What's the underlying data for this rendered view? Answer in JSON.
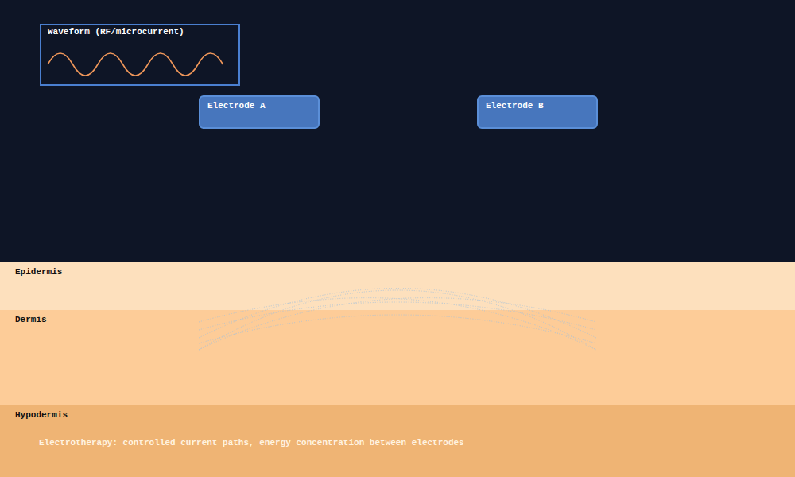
{
  "diagram": {
    "caption": "Electrotherapy: controlled current paths, energy concentration between electrodes",
    "nodes": [
      {
        "text": [
          "Waveform (RF/microcurrent)"
        ]
      },
      {
        "text": [
          "Electrode A"
        ]
      },
      {
        "text": [
          "Electrode B"
        ]
      },
      {
        "text": [
          "Epidermis"
        ]
      },
      {
        "text": [
          "Dermis"
        ]
      },
      {
        "text": [
          "Hypodermis"
        ]
      }
    ]
  }
}
